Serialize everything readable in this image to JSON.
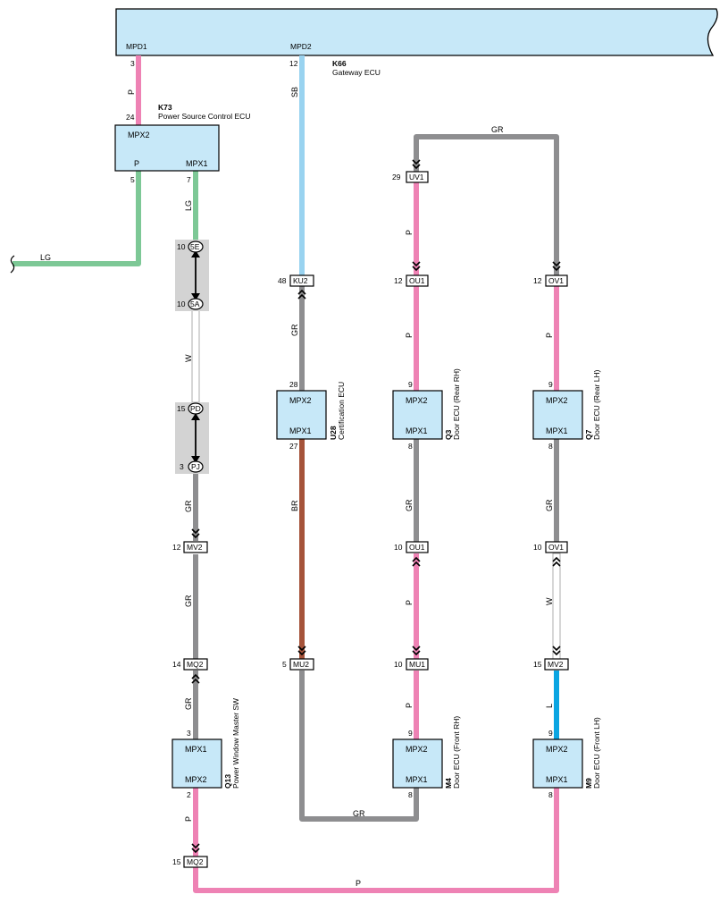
{
  "colors": {
    "pink": "#EE82B4",
    "green": "#7DC896",
    "lightblue": "#99D3F0",
    "gray": "#8E8E90",
    "brown": "#A5533A",
    "blue": "#0AA5E2",
    "white_wire": "#FFFFFF",
    "ecu_fill": "#C7E8F8",
    "joint_fill": "#D3D3D3"
  },
  "gateway": {
    "code": "K66",
    "name": "Gateway ECU",
    "pin_left": "MPD1",
    "pin_right": "MPD2",
    "pin_left_no": "3",
    "pin_right_no": "12"
  },
  "k73": {
    "code": "K73",
    "name": "Power Source Control ECU",
    "pin_top": "MPX2",
    "pin_top_no": "24",
    "pin_p": "P",
    "pin_p_no": "5",
    "pin_mpx1": "MPX1",
    "pin_mpx1_no": "7"
  },
  "u28": {
    "code": "U28",
    "name": "Certification ECU",
    "pin_top": "MPX2",
    "pin_top_no": "28",
    "pin_bottom": "MPX1",
    "pin_bottom_no": "27"
  },
  "q3": {
    "code": "Q3",
    "name": "Door ECU (Rear RH)",
    "pin_top": "MPX2",
    "pin_top_no": "9",
    "pin_bottom": "MPX1",
    "pin_bottom_no": "8"
  },
  "q7": {
    "code": "Q7",
    "name": "Door ECU (Rear LH)",
    "pin_top": "MPX2",
    "pin_top_no": "9",
    "pin_bottom": "MPX1",
    "pin_bottom_no": "8"
  },
  "q13": {
    "code": "Q13",
    "name": "Power Window Master SW",
    "pin_top": "MPX1",
    "pin_top_no": "3",
    "pin_bottom": "MPX2",
    "pin_bottom_no": "2"
  },
  "m4": {
    "code": "M4",
    "name": "Door ECU (Front RH)",
    "pin_top": "MPX2",
    "pin_top_no": "9",
    "pin_bottom": "MPX1",
    "pin_bottom_no": "8"
  },
  "m9": {
    "code": "M9",
    "name": "Door ECU (Front LH)",
    "pin_top": "MPX2",
    "pin_top_no": "9",
    "pin_bottom": "MPX1",
    "pin_bottom_no": "8"
  },
  "connectors": {
    "uv1": {
      "label": "UV1",
      "pin": "29"
    },
    "ou1_top": {
      "label": "OU1",
      "pin": "12"
    },
    "ov1_top": {
      "label": "OV1",
      "pin": "12"
    },
    "ku2": {
      "label": "KU2",
      "pin": "48"
    },
    "j5e": {
      "label": "5E",
      "pin": "10"
    },
    "j5a": {
      "label": "5A",
      "pin": "10"
    },
    "jpd": {
      "label": "PD",
      "pin": "15"
    },
    "jpj": {
      "label": "PJ",
      "pin": "3"
    },
    "mv2_left": {
      "label": "MV2",
      "pin": "12"
    },
    "mq2_top": {
      "label": "MQ2",
      "pin": "14"
    },
    "ou1_bottom": {
      "label": "OU1",
      "pin": "10"
    },
    "ov1_bottom": {
      "label": "OV1",
      "pin": "10"
    },
    "mu2": {
      "label": "MU2",
      "pin": "5"
    },
    "mu1": {
      "label": "MU1",
      "pin": "10"
    },
    "mv2_right": {
      "label": "MV2",
      "pin": "15"
    },
    "mq2_bottom": {
      "label": "MQ2",
      "pin": "15"
    }
  },
  "wire_labels": {
    "gw_k73": "P",
    "gw_ku2": "SB",
    "k73_mpx1": "LG",
    "k73_p_left": "LG",
    "joint_w": "W",
    "pj_mv2": "GR",
    "mv2_mq2": "GR",
    "mq2_q13": "GR",
    "q13_mq2": "P",
    "ku2_u28": "GR",
    "u28_mu2": "BR",
    "mu2_m4": "GR",
    "uv1_ov1_top": "GR",
    "uv1_ou1": "P",
    "ou1_q3": "P",
    "q3_ou1": "GR",
    "ou1_mu1": "P",
    "mu1_m4": "P",
    "ov1_q7": "P",
    "q7_ov1": "GR",
    "ov1_mv2": "W",
    "mv2_m9": "L",
    "bottom_p": "P"
  }
}
